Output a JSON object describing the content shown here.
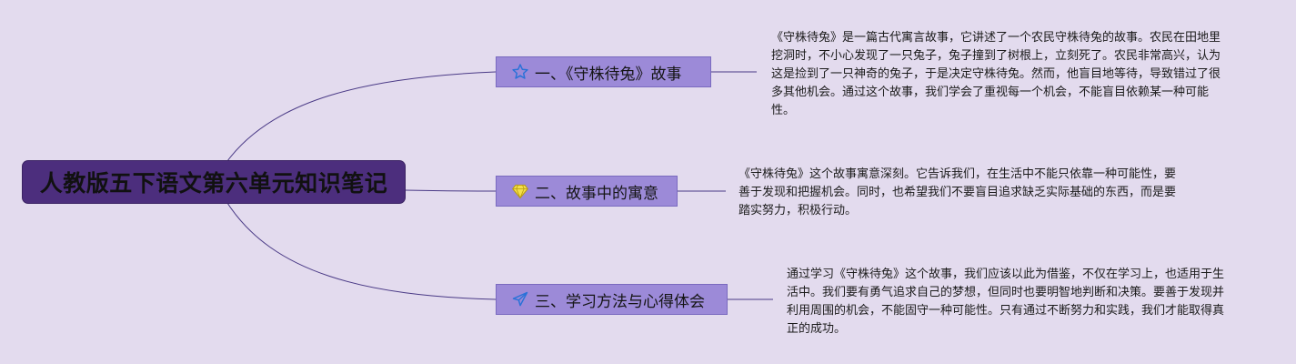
{
  "colors": {
    "background": "#e3dbee",
    "root_fill": "#4c2e7d",
    "branch_fill": "#9c8ad8",
    "connector": "#4a3a86"
  },
  "root": {
    "title": "人教版五下语文第六单元知识笔记"
  },
  "branches": [
    {
      "icon": "star-icon",
      "label": "一、《守株待兔》故事",
      "note": "《守株待兔》是一篇古代寓言故事，它讲述了一个农民守株待兔的故事。农民在田地里挖洞时，不小心发现了一只兔子，兔子撞到了树根上，立刻死了。农民非常高兴，认为这是捡到了一只神奇的兔子，于是决定守株待兔。然而，他盲目地等待，导致错过了很多其他机会。通过这个故事，我们学会了重视每一个机会，不能盲目依赖某一种可能性。"
    },
    {
      "icon": "gem-icon",
      "label": "二、故事中的寓意",
      "note": "《守株待兔》这个故事寓意深刻。它告诉我们，在生活中不能只依靠一种可能性，要善于发现和把握机会。同时，也希望我们不要盲目追求缺乏实际基础的东西，而是要踏实努力，积极行动。"
    },
    {
      "icon": "paper-plane-icon",
      "label": "三、学习方法与心得体会",
      "note": "通过学习《守株待兔》这个故事，我们应该以此为借鉴，不仅在学习上，也适用于生活中。我们要有勇气追求自己的梦想，但同时也要明智地判断和决策。要善于发现并利用周围的机会，不能固守一种可能性。只有通过不断努力和实践，我们才能取得真正的成功。"
    }
  ]
}
